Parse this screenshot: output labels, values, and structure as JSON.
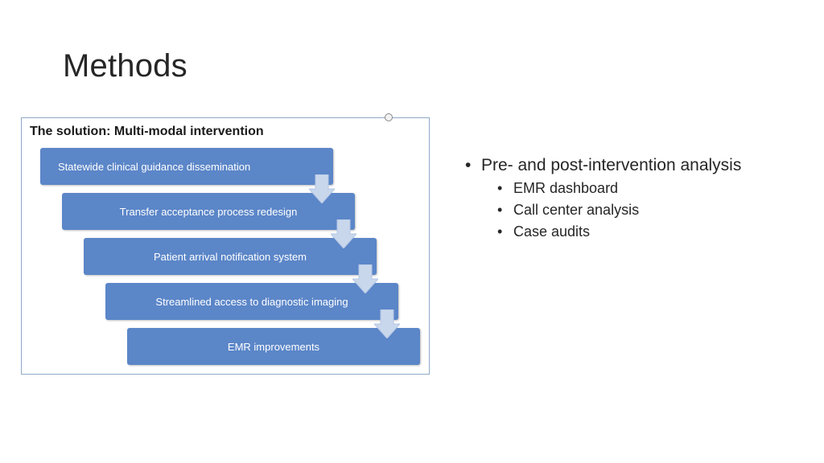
{
  "slide": {
    "title": "Methods"
  },
  "figure": {
    "title": "The solution: Multi-modal intervention",
    "steps": [
      "Statewide clinical guidance dissemination",
      "Transfer acceptance process redesign",
      "Patient arrival notification system",
      "Streamlined access to diagnostic imaging",
      "EMR improvements"
    ],
    "step_color": "#5b86c8",
    "arrow_color": "#c9d7ec"
  },
  "bullets": {
    "main": "Pre- and post-intervention analysis",
    "sub": [
      "EMR dashboard",
      "Call center analysis",
      "Case audits"
    ]
  }
}
